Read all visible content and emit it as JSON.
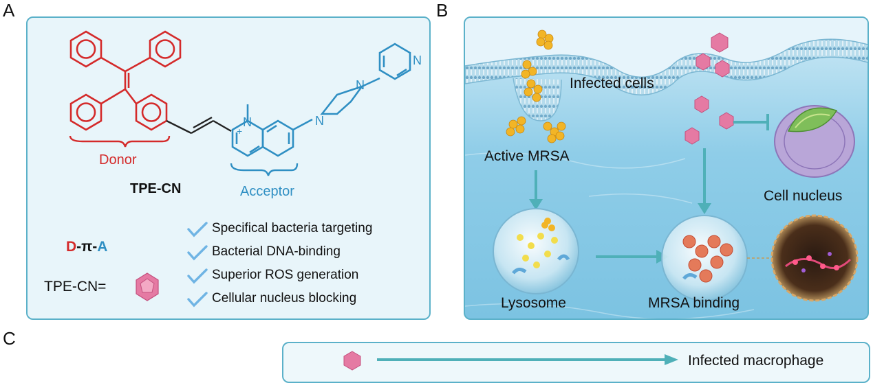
{
  "panels": {
    "a": {
      "letter": "A",
      "donor_label": "Donor",
      "acceptor_label": "Acceptor",
      "compound_name": "TPE-CN",
      "atom_n1": "N",
      "atom_n2": "N",
      "atom_n3": "N",
      "atom_n4": "N",
      "charge": "+",
      "dpa": {
        "d": "D",
        "sep1": "-",
        "pi": "π",
        "sep2": "-",
        "a": "A"
      },
      "legend_text": "TPE-CN=",
      "features": [
        "Specifical bacteria targeting",
        "Bacterial DNA-binding",
        "Superior ROS generation",
        "Cellular nucleus blocking"
      ]
    },
    "b": {
      "letter": "B",
      "infected_cells": "Infected cells",
      "active_mrsa": "Active MRSA",
      "cell_nucleus": "Cell nucleus",
      "lysosome": "Lysosome",
      "mrsa_binding": "MRSA binding"
    },
    "c": {
      "letter": "C",
      "infected_macrophage": "Infected macrophage"
    }
  },
  "colors": {
    "donor": "#d42a2a",
    "acceptor": "#2f8fc3",
    "panel_border": "#5bb1c9",
    "panel_a_bg": "#e8f5fa",
    "probe_pink": "#e57aa3",
    "mrsa_yellow": "#f2b526",
    "arrow_teal": "#4fb0b8",
    "check_blue": "#6fb4e4"
  }
}
